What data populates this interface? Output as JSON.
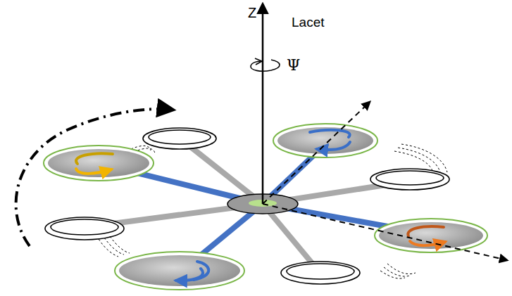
{
  "diagram": {
    "labels": [
      "Z",
      "Lacet",
      "Ψ"
    ]
  }
}
